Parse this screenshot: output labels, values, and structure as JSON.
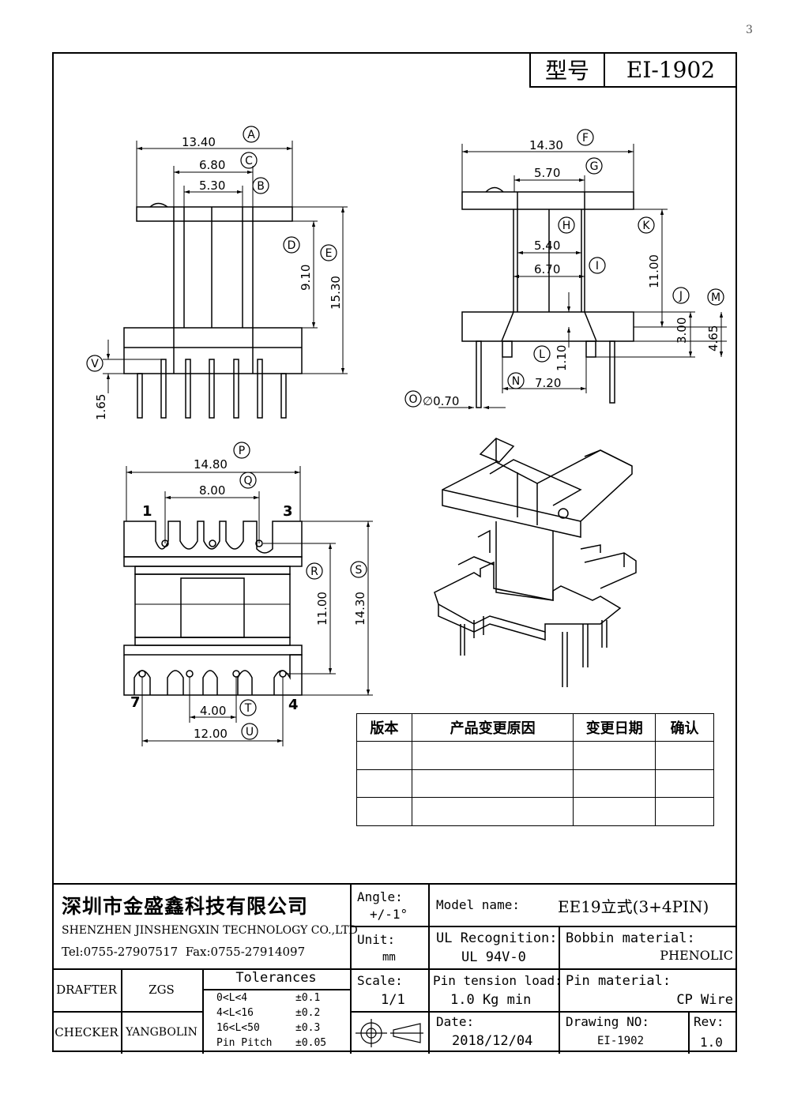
{
  "corner_mark": "3",
  "model_box": {
    "label": "型号",
    "value": "EI-1902"
  },
  "top_left_view": {
    "dims": {
      "A": "13.40",
      "C": "6.80",
      "B": "5.30",
      "D": "9.10",
      "E": "15.30",
      "V": "1.65"
    },
    "callouts": [
      "A",
      "C",
      "B",
      "D",
      "E",
      "V"
    ]
  },
  "top_right_view": {
    "dims": {
      "F": "14.30",
      "G": "5.70",
      "H": "5.40",
      "I": "6.70",
      "K": "11.00",
      "J": "3.00",
      "M": "4.65",
      "L": "1.10",
      "N": "7.20",
      "O": "∅0.70"
    },
    "callouts": [
      "F",
      "G",
      "H",
      "I",
      "K",
      "J",
      "M",
      "L",
      "N",
      "O"
    ]
  },
  "bottom_view": {
    "dims": {
      "P": "14.80",
      "Q": "8.00",
      "R": "11.00",
      "S": "14.30",
      "T": "4.00",
      "U": "12.00"
    },
    "pins": {
      "p1": "1",
      "p3": "3",
      "p7": "7",
      "p4": "4"
    },
    "callouts": [
      "P",
      "Q",
      "R",
      "S",
      "T",
      "U"
    ]
  },
  "revision_table": {
    "headers": [
      "版本",
      "产品变更原因",
      "变更日期",
      "确认"
    ],
    "rows": [
      [
        "",
        "",
        "",
        ""
      ],
      [
        "",
        "",
        "",
        ""
      ],
      [
        "",
        "",
        "",
        ""
      ]
    ]
  },
  "title_block": {
    "company_cn": "深圳市金盛鑫科技有限公司",
    "company_en": "SHENZHEN JINSHENGXIN TECHNOLOGY CO.,LTD",
    "contact": "Tel:0755-27907517  Fax:0755-27914097",
    "drafter_label": "DRAFTER",
    "drafter_value": "ZGS",
    "checker_label": "CHECKER",
    "checker_value": "YANGBOLIN",
    "tolerances_label": "Tolerances",
    "tolerances": [
      {
        "range": "0<L<4",
        "value": "±0.1"
      },
      {
        "range": "4<L<16",
        "value": "±0.2"
      },
      {
        "range": "16<L<50",
        "value": "±0.3"
      },
      {
        "range": "Pin Pitch",
        "value": "±0.05"
      }
    ],
    "angle_label": "Angle:",
    "angle_value": "+/-1°",
    "unit_label": "Unit:",
    "unit_value": "mm",
    "scale_label": "Scale:",
    "scale_value": "1/1",
    "model_name_label": "Model name:",
    "model_name_value": "EE19立式(3+4PIN)",
    "ul_label": "UL Recognition:",
    "ul_value": "UL 94V-0",
    "bobbin_label": "Bobbin material:",
    "bobbin_value": "PHENOLIC",
    "pin_tension_label": "Pin tension load:",
    "pin_tension_value": "1.0 Kg min",
    "pin_material_label": "Pin material:",
    "pin_material_value": "CP Wire",
    "date_label": "Date:",
    "date_value": "2018/12/04",
    "drawing_no_label": "Drawing NO:",
    "drawing_no_value": "EI-1902",
    "rev_label": "Rev:",
    "rev_value": "1.0"
  }
}
